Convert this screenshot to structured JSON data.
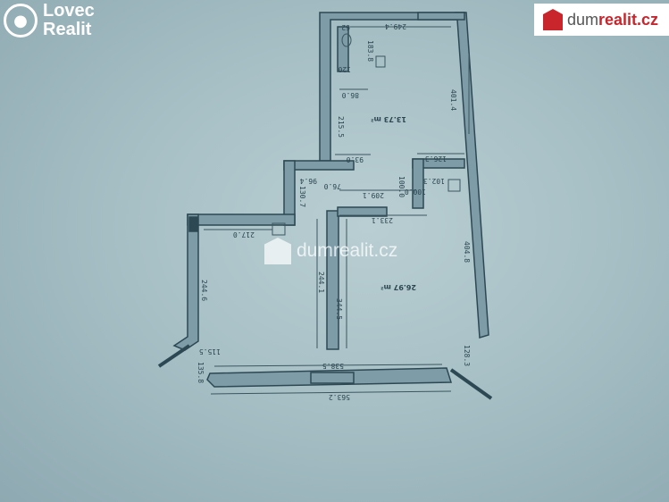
{
  "logos": {
    "left": {
      "line1": "Lovec",
      "line2": "Realit",
      "icon": "location-pin-icon"
    },
    "right": {
      "part1": "dum",
      "part2": "realit.cz",
      "brand_color": "#c9252c"
    },
    "watermark": "dumrealit.cz"
  },
  "plan": {
    "areas": [
      "13.73 m²",
      "26.97 m²"
    ],
    "dimensions": [
      "249.4",
      "62",
      "183.8",
      "120",
      "86.0",
      "401.4",
      "215.5",
      "93.0",
      "126.3",
      "100.0",
      "102.3",
      "100.0",
      "96.4",
      "76.0",
      "209.1",
      "130.7",
      "233.1",
      "217.0",
      "244.1",
      "344.5",
      "404.8",
      "244.6",
      "115.5",
      "135.8",
      "538.5",
      "128.3",
      "563.2"
    ]
  }
}
